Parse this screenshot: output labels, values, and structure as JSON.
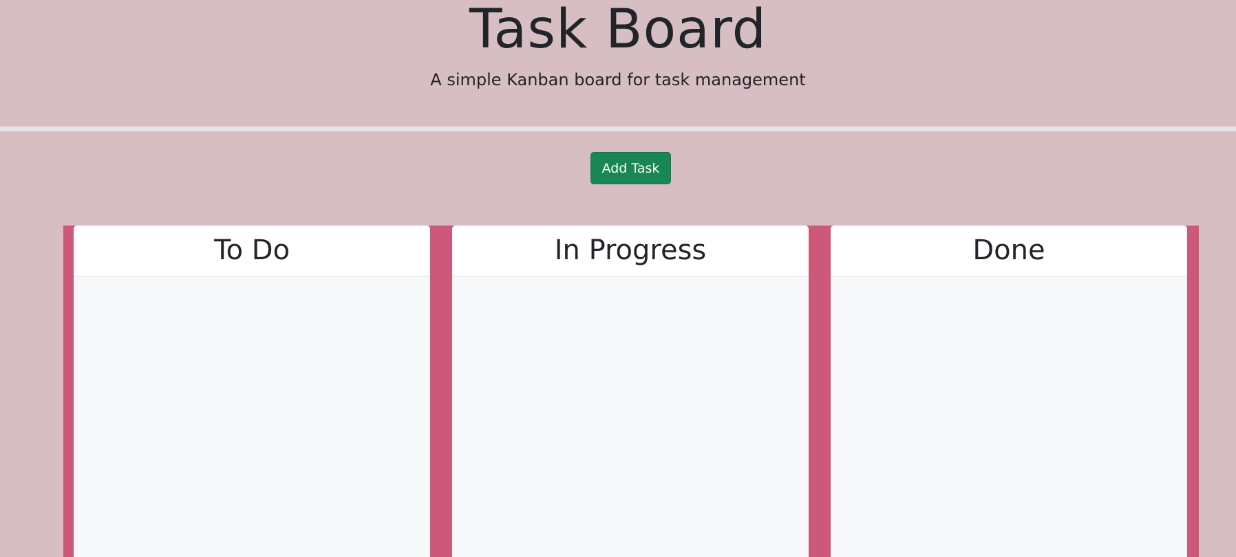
{
  "header": {
    "title": "Task Board",
    "subtitle": "A simple Kanban board for task management"
  },
  "toolbar": {
    "add_task_label": "Add Task"
  },
  "columns": [
    {
      "title": "To Do",
      "tasks": []
    },
    {
      "title": "In Progress",
      "tasks": []
    },
    {
      "title": "Done",
      "tasks": []
    }
  ],
  "colors": {
    "page_background": "#d7bec3",
    "board_background": "#cd5879",
    "button_success": "#198754",
    "column_body": "#f7f8fa"
  }
}
